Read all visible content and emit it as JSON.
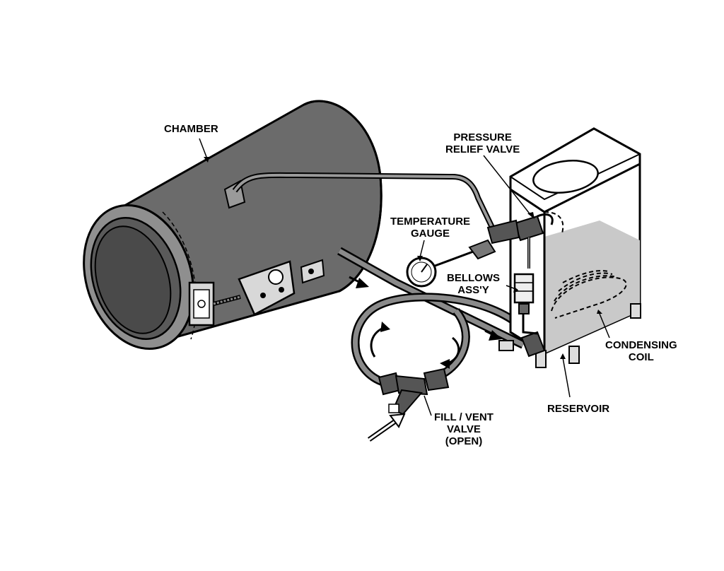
{
  "labels": {
    "chamber": "CHAMBER",
    "pressure_relief_valve": [
      "PRESSURE",
      "RELIEF VALVE"
    ],
    "temperature_gauge": [
      "TEMPERATURE",
      "GAUGE"
    ],
    "bellows_assy": [
      "BELLOWS",
      "ASS'Y"
    ],
    "condensing_coil": [
      "CONDENSING",
      "COIL"
    ],
    "reservoir": "RESERVOIR",
    "fill_vent_valve": [
      "FILL / VENT",
      "VALVE",
      "(OPEN)"
    ]
  },
  "colors": {
    "line": "#000000",
    "chamber_fill": "#6b6b6b",
    "chamber_dark": "#4a4a4a",
    "hose_fill": "#8a8a8a",
    "fluid_fill": "#c9c9c9",
    "paper": "#ffffff"
  }
}
